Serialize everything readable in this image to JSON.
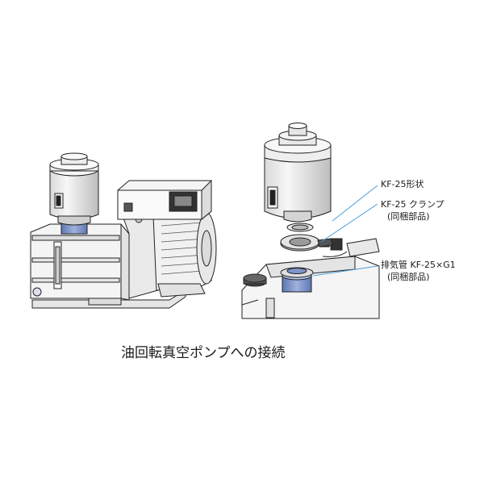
{
  "labels": {
    "kf25_shape": "KF-25形状",
    "kf25_clamp": "KF-25 クランプ",
    "kf25_clamp_note": "(同梱部品)",
    "exhaust_pipe": "排気管 KF-25×G1",
    "exhaust_pipe_note": "(同梱部品)"
  },
  "caption": "油回転真空ポンプへの接続",
  "colors": {
    "line": "#222222",
    "leader": "#4a9fd8",
    "blue_part": "#7f95c9",
    "body_fill": "#f2f2f2",
    "shade": "#c8c8c8"
  }
}
